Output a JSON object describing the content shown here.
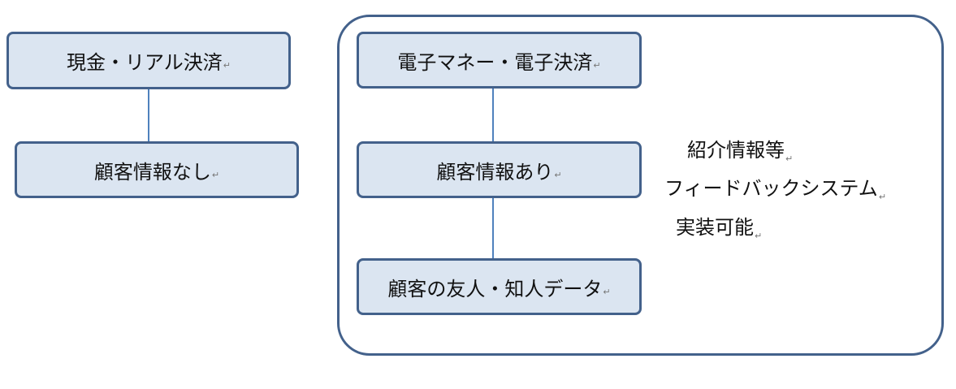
{
  "colors": {
    "box_fill": "#dbe5f1",
    "box_border": "#43618b",
    "connector": "#4f81bd",
    "text": "#111111"
  },
  "paragraph_mark": "↵",
  "left_column": {
    "top_box": "現金・リアル決済",
    "bottom_box": "顧客情報なし"
  },
  "right_group": {
    "top_box": "電子マネー・電子決済",
    "middle_box": "顧客情報あり",
    "bottom_box": "顧客の友人・知人データ",
    "notes": [
      "紹介情報等",
      "フィードバックシステム",
      "実装可能"
    ]
  }
}
